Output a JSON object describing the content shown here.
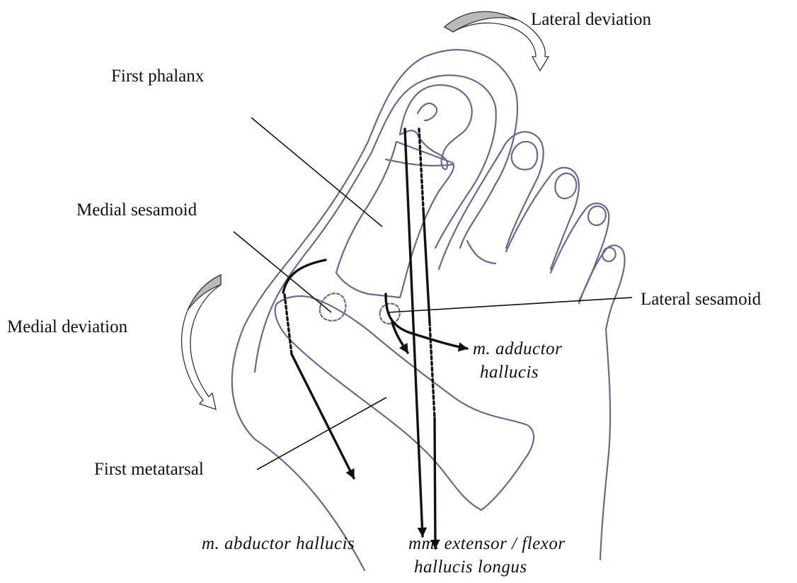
{
  "labels": {
    "lateral_deviation": "Lateral deviation",
    "first_phalanx": "First phalanx",
    "medial_sesamoid": "Medial sesamoid",
    "lateral_sesamoid": "Lateral sesamoid",
    "medial_deviation": "Medial deviation",
    "adductor_line1": "m. adductor",
    "adductor_line2": "hallucis",
    "first_metatarsal": "First metatarsal",
    "abductor": "m. abductor hallucis",
    "extensor_flexor_line1": "mm. extensor / flexor",
    "extensor_flexor_line2": "hallucis longus"
  },
  "colors": {
    "outline": "#6e6690",
    "ink": "#111111",
    "arrow_fill": "#b9b9b9"
  }
}
